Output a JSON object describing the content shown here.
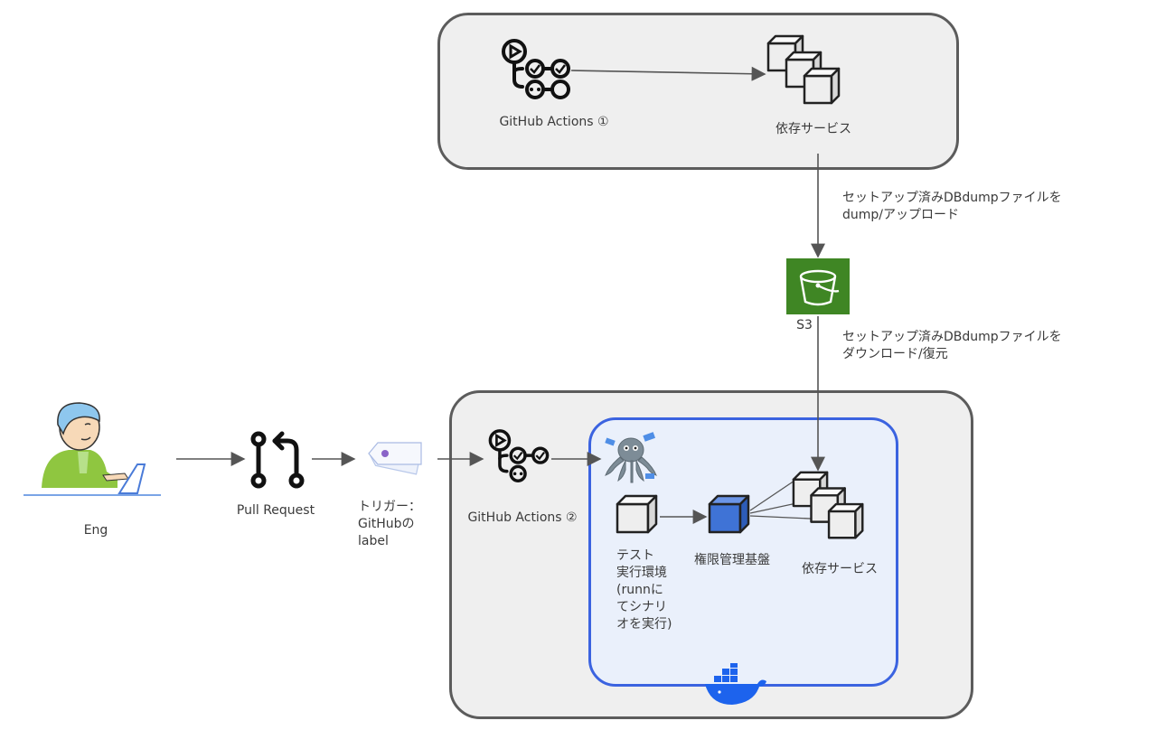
{
  "colors": {
    "group_border": "#5c5c5c",
    "group_fill": "#efefef",
    "docker_border": "#3b63e0",
    "docker_fill": "#eaf0fb",
    "s3_green": "#3f8624",
    "cube_fill": "#eeeeee",
    "cube_blue": "#3f73d6",
    "arrow": "#555555"
  },
  "top_group": {
    "actions_label": "GitHub Actions ①",
    "service_label": "依存サービス"
  },
  "upload_edge_label": "セットアップ済みDBdumpファイルを\ndump/アップロード",
  "s3": {
    "label": "S3",
    "icon": "s3-bucket-icon"
  },
  "download_edge_label": "セットアップ済みDBdumpファイルを\nダウンロード/復元",
  "eng": {
    "label": "Eng",
    "icon": "engineer-at-laptop-icon"
  },
  "pull_request": {
    "label": "Pull Request",
    "icon": "git-pull-request-icon"
  },
  "trigger": {
    "label": "トリガー：\nGitHubの\nlabel",
    "icon": "label-tag-icon"
  },
  "bottom_group": {
    "actions_label": "GitHub Actions ②",
    "test_env_label": "テスト\n実行環境\n(runnに\nてシナリ\nオを実行)",
    "auth_label": "権限管理基盤",
    "service_label": "依存サービス",
    "kubernetes_icon": "octopus-icon",
    "docker_icon": "docker-whale-icon"
  }
}
